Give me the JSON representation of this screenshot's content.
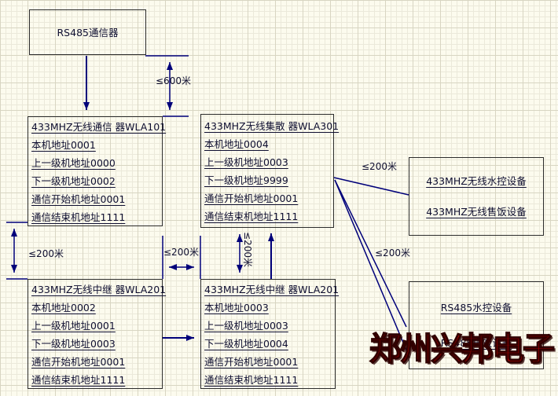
{
  "watermark": {
    "text": "郑州兴邦电子"
  },
  "distance_labels": {
    "top_600m": "≤600米",
    "left_200m": "≤200米",
    "middle_200m": "≤200米",
    "vertical_200m": "≤200米",
    "right_top_200m": "≤200米",
    "right_bottom_200m": "≤200米"
  },
  "boxes": {
    "rs485_comm": {
      "title": "RS485通信器"
    },
    "wla101": {
      "lines": [
        "433MHZ无线通信 器WLA101",
        "本机地址0001",
        "上一级机地址0000",
        "下一级机地址0002",
        "通信开始机地址0001",
        "通信结束机地址1111"
      ]
    },
    "wla301": {
      "lines": [
        "433MHZ无线集散 器WLA301",
        "本机地址0004",
        "上一级机地址0003",
        "下一级机地址9999",
        "通信开始机地址0001",
        "通信结束机地址1111"
      ]
    },
    "wla201_left": {
      "lines": [
        "433MHZ无线中继 器WLA201",
        "本机地址0002",
        "上一级机地址0001",
        "下一级机地址0003",
        "通信开始机地址0001",
        "通信结束机地址1111"
      ]
    },
    "wla201_right": {
      "lines": [
        "433MHZ无线中继 器WLA201",
        "本机地址0003",
        "上一级机地址0003",
        "下一级机地址0004",
        "通信开始机地址0001",
        "通信结束机地址1111"
      ]
    },
    "wireless_devices": {
      "lines": [
        "433MHZ无线水控设备",
        "433MHZ无线售饭设备"
      ]
    },
    "rs485_devices": {
      "lines": [
        "RS485水控设备",
        "RS485售饭设备"
      ]
    }
  }
}
